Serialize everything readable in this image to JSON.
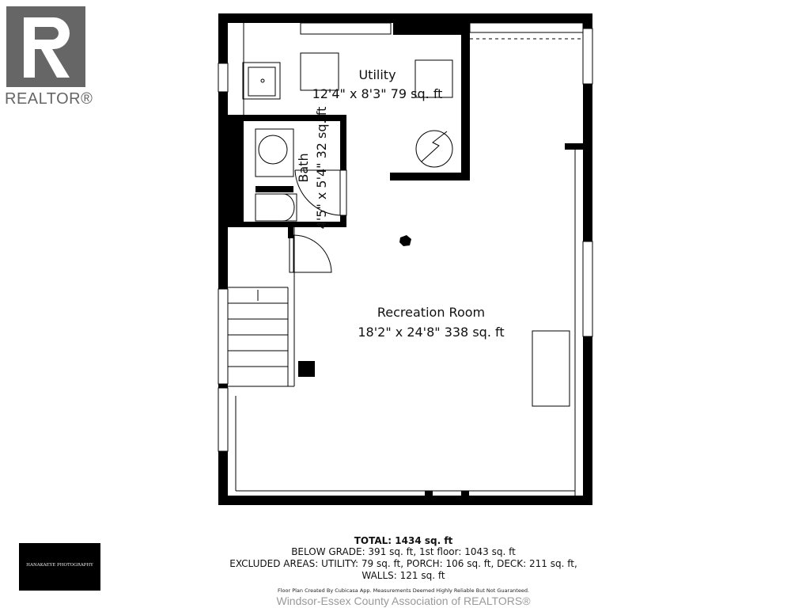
{
  "branding": {
    "realtor_logo": "REALTOR®",
    "photographer_logo": "HANAKAEYE PHOTOGRAPHY"
  },
  "rooms": {
    "utility": {
      "name": "Utility",
      "dimensions": "12'4\" x 8'3\" 79 sq. ft"
    },
    "bath": {
      "name": "Bath",
      "dimensions": "4'5\" x 5'4\" 32 sq. ft"
    },
    "recreation": {
      "name": "Recreation Room",
      "dimensions": "18'2\" x 24'8\" 338 sq. ft"
    }
  },
  "summary": {
    "total": "TOTAL: 1434 sq. ft",
    "line2": "BELOW GRADE: 391 sq. ft, 1st floor: 1043 sq. ft",
    "line3": "EXCLUDED AREAS: UTILITY: 79 sq. ft, PORCH: 106 sq. ft, DECK: 211 sq. ft,",
    "line4": "WALLS: 121 sq. ft",
    "credit": "Floor Plan Created By Cubicasa App. Measurements Deemed Highly Reliable But Not Guaranteed.",
    "association": "Windsor-Essex County Association of REALTORS®"
  }
}
